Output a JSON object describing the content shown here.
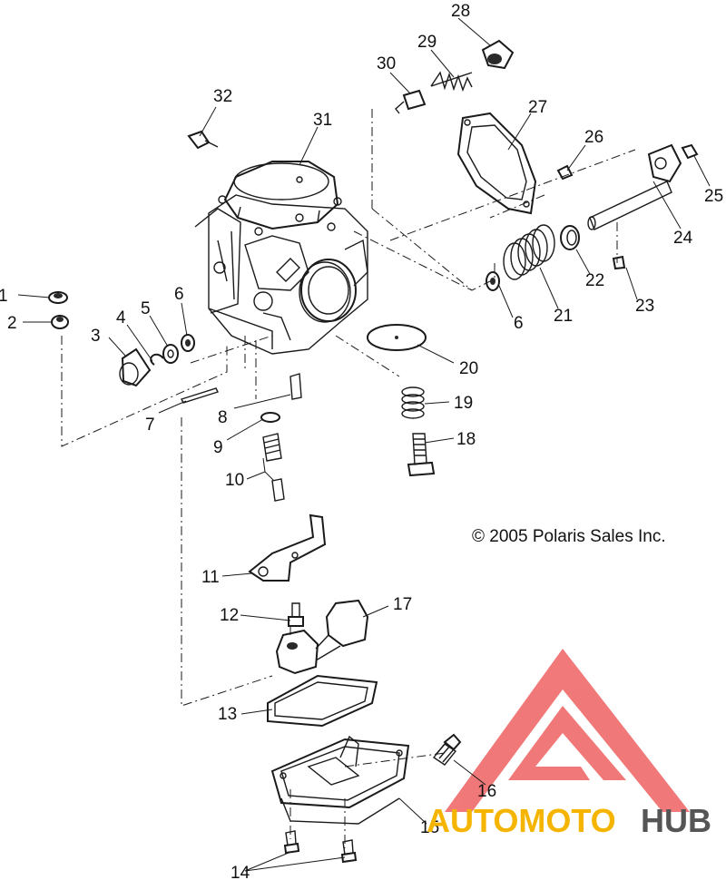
{
  "copyright": "© 2005 Polaris Sales Inc.",
  "watermark": {
    "word_a": "AUTOMOTO",
    "word_b": "HUB",
    "color_a": "#f5b400",
    "color_b": "#555555",
    "logo_color": "#f06a6a"
  },
  "callouts": [
    {
      "id": "c1",
      "text": "1"
    },
    {
      "id": "c2",
      "text": "2"
    },
    {
      "id": "c3",
      "text": "3"
    },
    {
      "id": "c4",
      "text": "4"
    },
    {
      "id": "c5",
      "text": "5"
    },
    {
      "id": "c6a",
      "text": "6"
    },
    {
      "id": "c6b",
      "text": "6"
    },
    {
      "id": "c7",
      "text": "7"
    },
    {
      "id": "c8",
      "text": "8"
    },
    {
      "id": "c9",
      "text": "9"
    },
    {
      "id": "c10",
      "text": "10"
    },
    {
      "id": "c11",
      "text": "11"
    },
    {
      "id": "c12",
      "text": "12"
    },
    {
      "id": "c13",
      "text": "13"
    },
    {
      "id": "c14",
      "text": "14"
    },
    {
      "id": "c15",
      "text": "15"
    },
    {
      "id": "c16",
      "text": "16"
    },
    {
      "id": "c17",
      "text": "17"
    },
    {
      "id": "c18",
      "text": "18"
    },
    {
      "id": "c19",
      "text": "19"
    },
    {
      "id": "c20",
      "text": "20"
    },
    {
      "id": "c21",
      "text": "21"
    },
    {
      "id": "c22",
      "text": "22"
    },
    {
      "id": "c23",
      "text": "23"
    },
    {
      "id": "c24",
      "text": "24"
    },
    {
      "id": "c25",
      "text": "25"
    },
    {
      "id": "c26",
      "text": "26"
    },
    {
      "id": "c27",
      "text": "27"
    },
    {
      "id": "c28",
      "text": "28"
    },
    {
      "id": "c29",
      "text": "29"
    },
    {
      "id": "c30",
      "text": "30"
    },
    {
      "id": "c31",
      "text": "31"
    },
    {
      "id": "c32",
      "text": "32"
    }
  ]
}
